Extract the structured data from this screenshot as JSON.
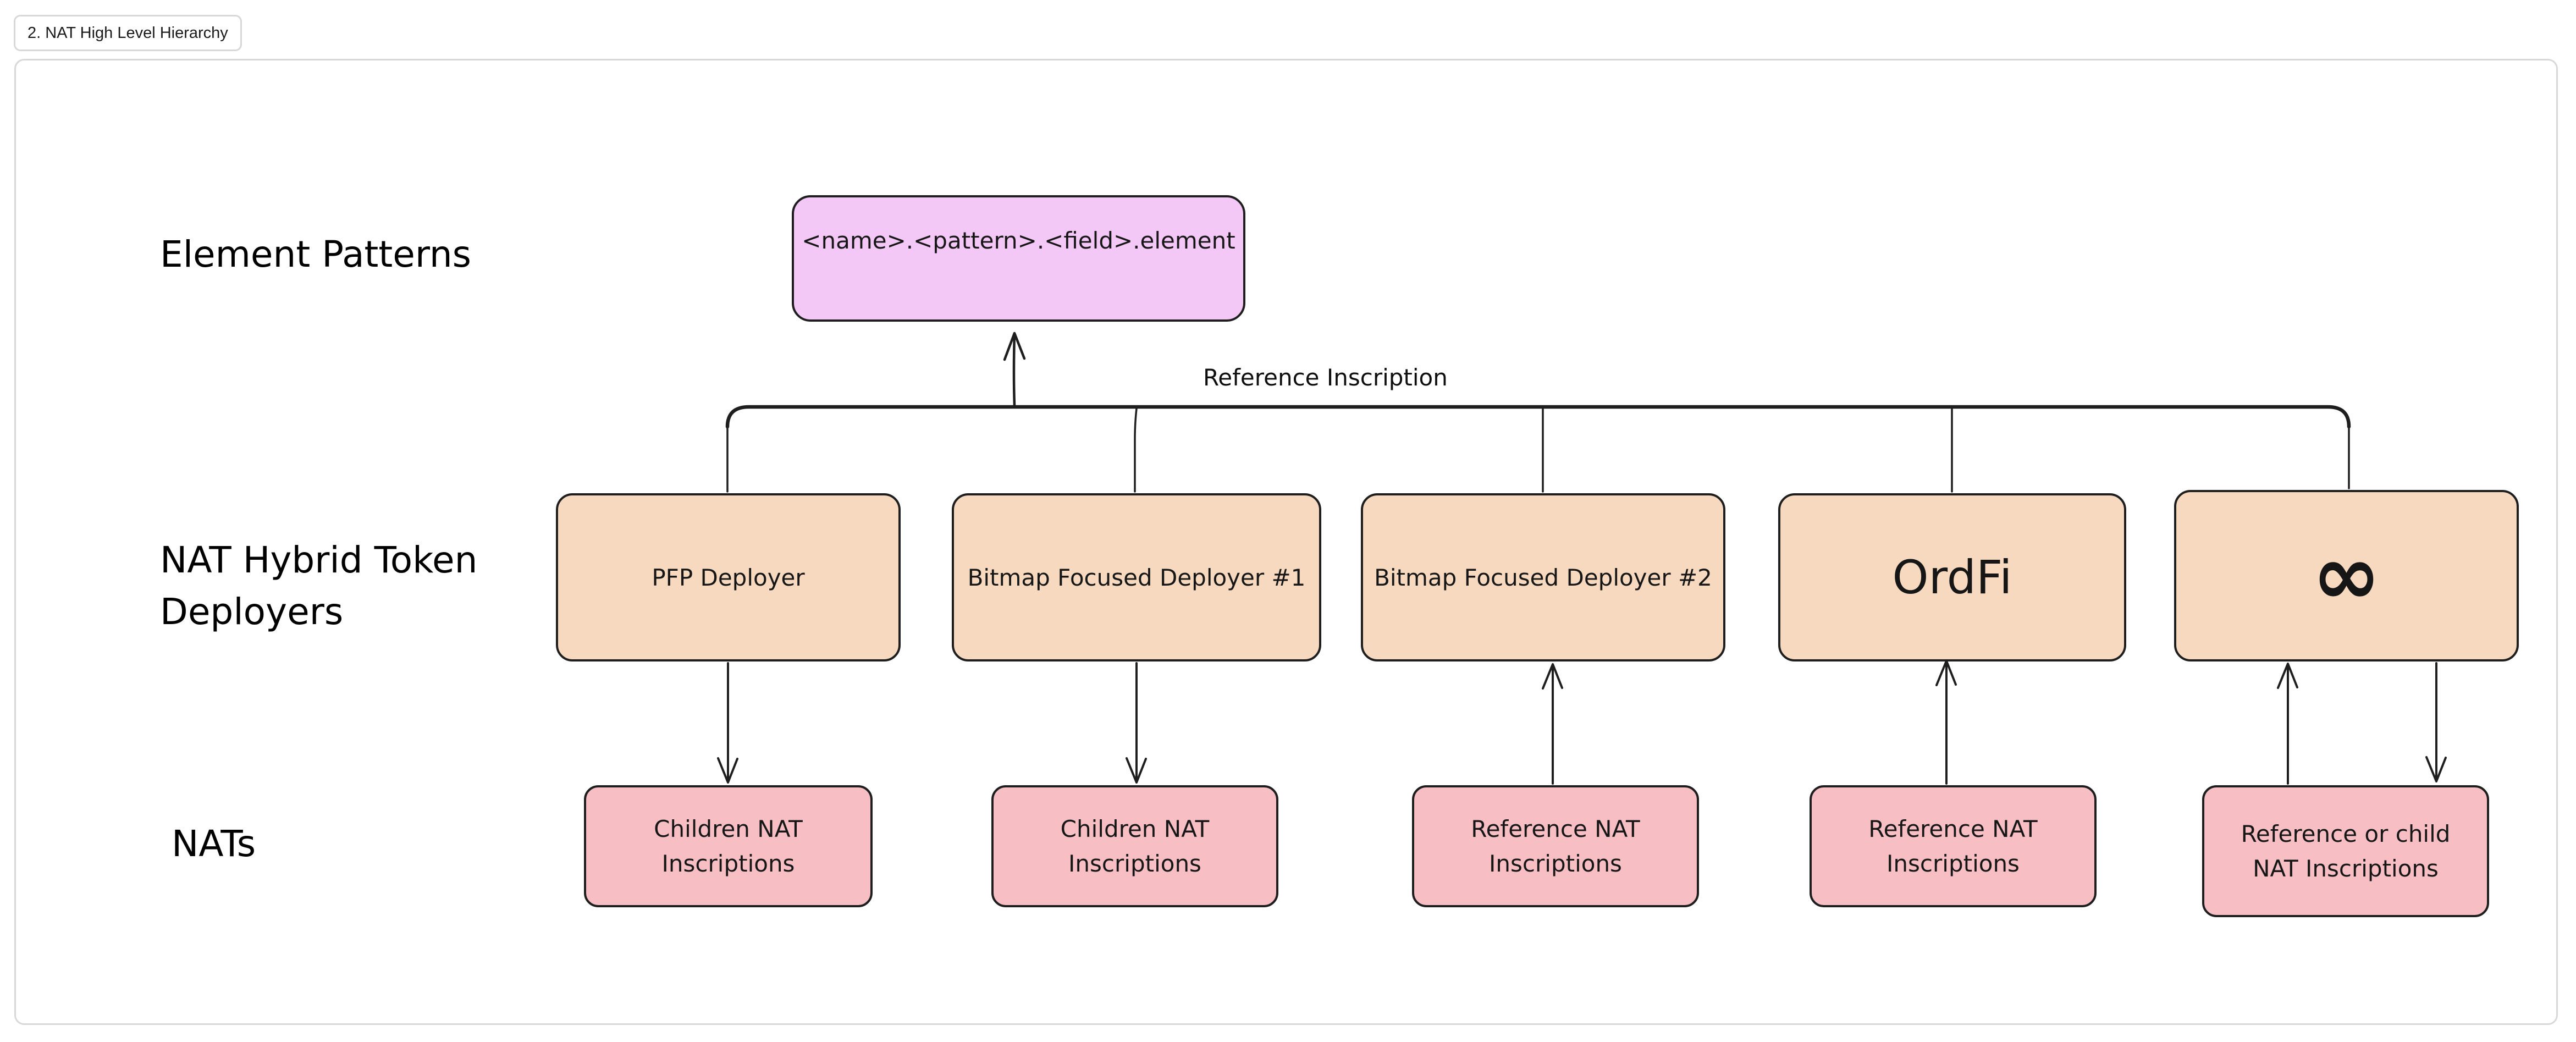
{
  "tab": {
    "label": "2. NAT High Level Hierarchy"
  },
  "colors": {
    "element_pattern_fill": "#F4C8F6",
    "deployer_fill": "#F6D9BF",
    "nat_fill": "#F7BFC4",
    "stroke": "#1E1E1E",
    "frame_border": "#D8D8D8"
  },
  "diagram": {
    "row_labels": [
      {
        "text": "Element Patterns"
      },
      {
        "text": "NAT Hybrid Token Deployers"
      },
      {
        "text": "NATs"
      }
    ],
    "element_pattern_node": {
      "label": "<name>.<pattern>.<field>.element"
    },
    "bus_label": "Reference Inscription",
    "deployers": [
      {
        "label": "PFP Deployer"
      },
      {
        "label": "Bitmap Focused Deployer #1"
      },
      {
        "label": "Bitmap Focused Deployer #2"
      },
      {
        "label": "OrdFi"
      },
      {
        "label": "∞",
        "icon": "infinity-symbol"
      }
    ],
    "nats": [
      {
        "label": "Children NAT Inscriptions"
      },
      {
        "label": "Children NAT Inscriptions"
      },
      {
        "label": "Reference NAT Inscriptions"
      },
      {
        "label": "Reference NAT Inscriptions"
      },
      {
        "label": "Reference or child NAT Inscriptions"
      }
    ]
  }
}
